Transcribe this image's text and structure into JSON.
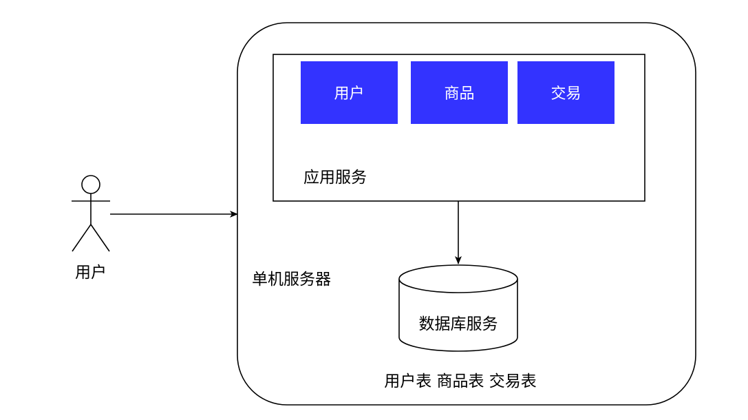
{
  "actor": {
    "label": "用户"
  },
  "server": {
    "label": "单机服务器"
  },
  "app_service": {
    "label": "应用服务",
    "modules": [
      {
        "label": "用户"
      },
      {
        "label": "商品"
      },
      {
        "label": "交易"
      }
    ]
  },
  "database": {
    "label": "数据库服务",
    "tables_label": "用户表 商品表 交易表"
  },
  "colors": {
    "module_fill": "#3333ff",
    "module_text": "#ffffff",
    "stroke": "#000000"
  }
}
